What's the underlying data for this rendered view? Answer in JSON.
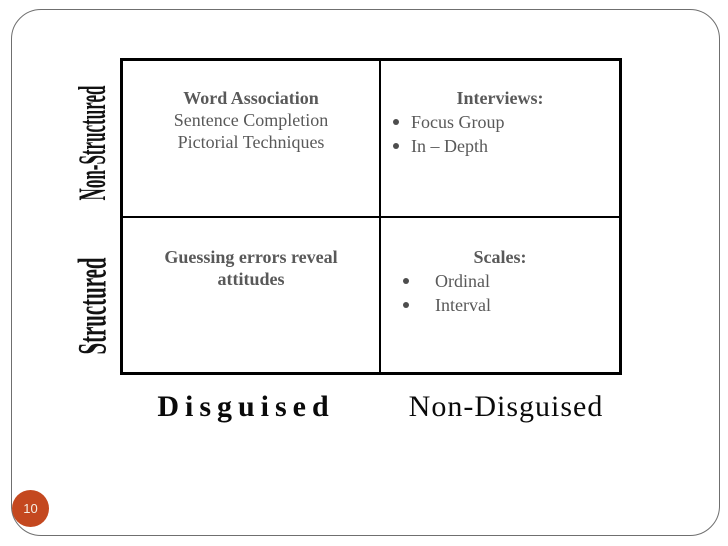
{
  "slide": {
    "page_number": "10",
    "accent_color": "#c4481f",
    "cell_text_color": "#595959",
    "table_border_color": "#000000",
    "frame_border_color": "#6f6f6f"
  },
  "matrix": {
    "row_labels": [
      {
        "label": "Non-Structured"
      },
      {
        "label": "Structured"
      }
    ],
    "col_labels": [
      {
        "label": "Disguised"
      },
      {
        "label": "Non-Disguised"
      }
    ],
    "cells": {
      "top_left": {
        "title": "Word Association",
        "lines": [
          "Sentence Completion",
          "Pictorial Techniques"
        ]
      },
      "top_right": {
        "title": "Interviews:",
        "bullets": [
          "Focus Group",
          "In – Depth"
        ]
      },
      "bottom_left": {
        "title": "Guessing errors reveal attitudes"
      },
      "bottom_right": {
        "title": "Scales:",
        "bullets": [
          "Ordinal",
          "Interval"
        ]
      }
    }
  }
}
